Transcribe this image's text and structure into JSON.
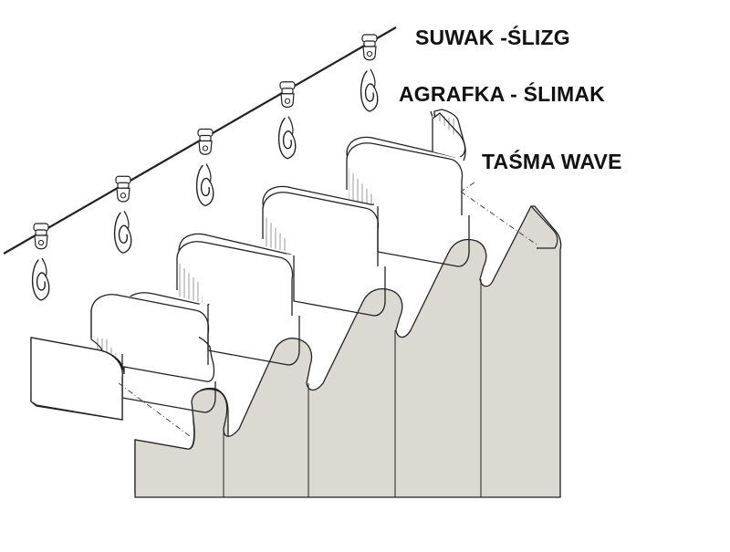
{
  "labels": {
    "slider": "SUWAK -ŚLIZG",
    "hook": "AGRAFKA - ŚLIMAK",
    "tape": "TAŚMA WAVE"
  },
  "colors": {
    "line": "#222222",
    "tape_fill": "#ffffff",
    "curtain_fill": "#dcd8d2",
    "curtain_fold": "#c9c4bd",
    "hatch": "#999999",
    "text": "#111111"
  },
  "components": {
    "slider_count": 5,
    "hook_count": 5
  }
}
